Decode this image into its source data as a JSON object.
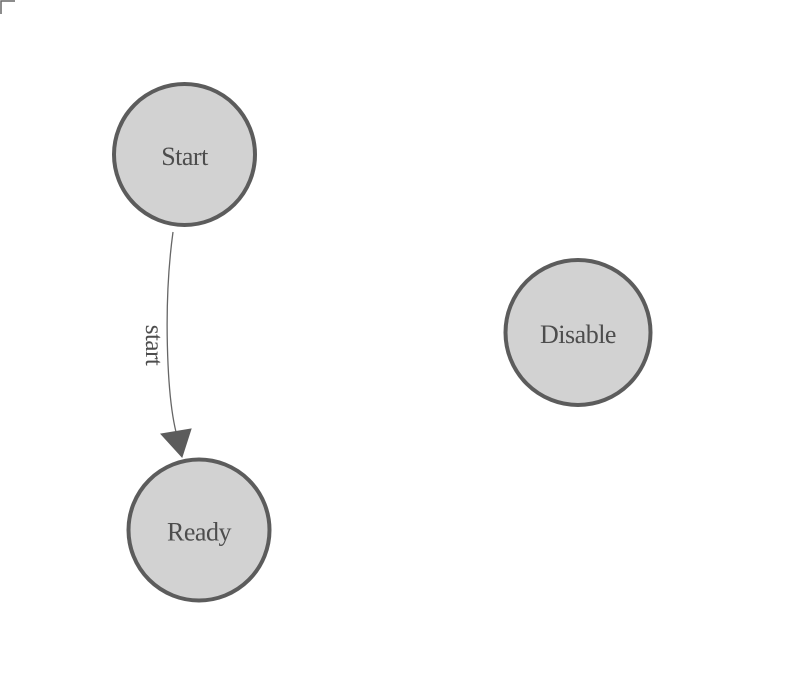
{
  "diagram": {
    "title": "state-machine-diagram",
    "colors": {
      "background": "#ffffff",
      "node_fill": "#d2d2d2",
      "node_stroke": "#5c5c5c",
      "node_text": "#4d4d4d",
      "edge_stroke": "#666666",
      "arrowhead_fill": "#5c5c5c",
      "edge_text": "#4d4d4d",
      "corner_mark": "#666666"
    },
    "nodes": [
      {
        "id": "start",
        "label": "Start"
      },
      {
        "id": "ready",
        "label": "Ready"
      },
      {
        "id": "disable",
        "label": "Disable"
      }
    ],
    "edges": [
      {
        "id": "start-to-ready",
        "label": "start",
        "from": "start",
        "to": "ready"
      }
    ]
  }
}
